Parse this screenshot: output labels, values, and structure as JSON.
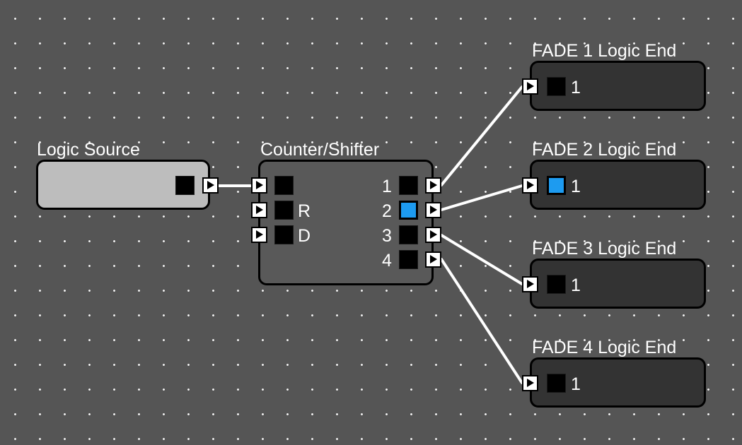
{
  "source": {
    "title": "Logic Source",
    "active": false
  },
  "counter": {
    "title": "Counter/Shifter",
    "inputs": [
      {
        "label": "",
        "active": false
      },
      {
        "label": "R",
        "active": false
      },
      {
        "label": "D",
        "active": false
      }
    ],
    "outputs": [
      {
        "label": "1",
        "active": false
      },
      {
        "label": "2",
        "active": true
      },
      {
        "label": "3",
        "active": false
      },
      {
        "label": "4",
        "active": false
      }
    ]
  },
  "ends": [
    {
      "title": "FADE 1  Logic End",
      "channel": "1",
      "active": false
    },
    {
      "title": "FADE 2  Logic End",
      "channel": "1",
      "active": true
    },
    {
      "title": "FADE 3  Logic End",
      "channel": "1",
      "active": false
    },
    {
      "title": "FADE 4  Logic End",
      "channel": "1",
      "active": false
    }
  ],
  "colors": {
    "canvas": "#555555",
    "active_indicator": "#1d9bf0",
    "wire": "#ffffff"
  }
}
